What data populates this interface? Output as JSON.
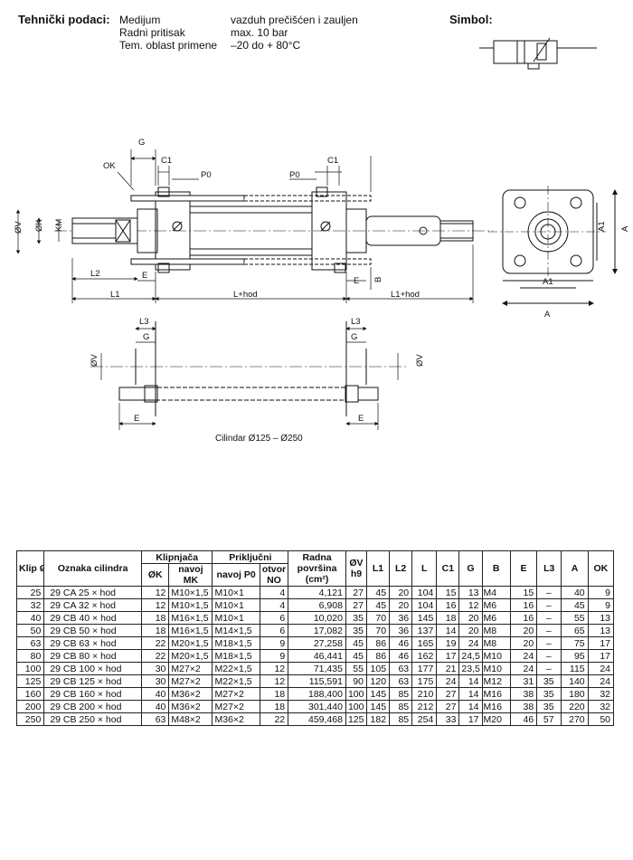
{
  "header": {
    "title": "Tehnički podaci:",
    "rows": [
      {
        "label": "Medijum",
        "value": "vazduh prečišćen i zauljen"
      },
      {
        "label": "Radni pritisak",
        "value": "max. 10 bar"
      },
      {
        "label": "Tem. oblast primene",
        "value": "–20 do + 80°C"
      }
    ],
    "symbol_label": "Simbol:"
  },
  "drawing": {
    "labels": {
      "G": "G",
      "C1": "C1",
      "P0": "P0",
      "OK": "OK",
      "V": "ØV",
      "K": "ØK",
      "KM": "KM",
      "L2": "L2",
      "E": "E",
      "B": "B",
      "L1": "L1",
      "Lhod": "L+hod",
      "L1hod": "L1+hod",
      "L3": "L3",
      "A": "A",
      "A1": "A1"
    },
    "caption": "Cilindar Ø125 – Ø250"
  },
  "table": {
    "headers": {
      "klip": "Klip Ø",
      "oznaka": "Oznaka cilindra",
      "klipnjaca": "Klipnjača",
      "k": "ØK",
      "navoj_mk": "navoj MK",
      "prikljucni": "Priključni",
      "navoj_p0": "navoj P0",
      "otvor": "otvor NO",
      "radna": "Radna površina (cm²)",
      "v": "ØV h9",
      "l1": "L1",
      "l2": "L2",
      "l": "L",
      "c1": "C1",
      "g": "G",
      "b": "B",
      "e": "E",
      "l3": "L3",
      "a": "A",
      "ok": "OK"
    },
    "rows": [
      [
        "25",
        "29 CA 25 × hod",
        "12",
        "M10×1,5",
        "M10×1",
        "4",
        "4,121",
        "27",
        "45",
        "20",
        "104",
        "15",
        "13",
        "M4",
        "15",
        "–",
        "40",
        "9"
      ],
      [
        "32",
        "29 CA 32 × hod",
        "12",
        "M10×1,5",
        "M10×1",
        "4",
        "6,908",
        "27",
        "45",
        "20",
        "104",
        "16",
        "12",
        "M6",
        "16",
        "–",
        "45",
        "9"
      ],
      [
        "40",
        "29 CB 40 × hod",
        "18",
        "M16×1,5",
        "M10×1",
        "6",
        "10,020",
        "35",
        "70",
        "36",
        "145",
        "18",
        "20",
        "M6",
        "16",
        "–",
        "55",
        "13"
      ],
      [
        "50",
        "29 CB 50 × hod",
        "18",
        "M16×1,5",
        "M14×1,5",
        "6",
        "17,082",
        "35",
        "70",
        "36",
        "137",
        "14",
        "20",
        "M8",
        "20",
        "–",
        "65",
        "13"
      ],
      [
        "63",
        "29 CB 63 × hod",
        "22",
        "M20×1,5",
        "M18×1,5",
        "9",
        "27,258",
        "45",
        "86",
        "46",
        "165",
        "19",
        "24",
        "M8",
        "20",
        "–",
        "75",
        "17"
      ],
      [
        "80",
        "29 CB 80 × hod",
        "22",
        "M20×1,5",
        "M18×1,5",
        "9",
        "46,441",
        "45",
        "86",
        "46",
        "162",
        "17",
        "24,5",
        "M10",
        "24",
        "–",
        "95",
        "17"
      ],
      [
        "100",
        "29 CB 100 × hod",
        "30",
        "M27×2",
        "M22×1,5",
        "12",
        "71,435",
        "55",
        "105",
        "63",
        "177",
        "21",
        "23,5",
        "M10",
        "24",
        "–",
        "115",
        "24"
      ],
      [
        "125",
        "29 CB 125 × hod",
        "30",
        "M27×2",
        "M22×1,5",
        "12",
        "115,591",
        "90",
        "120",
        "63",
        "175",
        "24",
        "14",
        "M12",
        "31",
        "35",
        "140",
        "24"
      ],
      [
        "160",
        "29 CB 160 × hod",
        "40",
        "M36×2",
        "M27×2",
        "18",
        "188,400",
        "100",
        "145",
        "85",
        "210",
        "27",
        "14",
        "M16",
        "38",
        "35",
        "180",
        "32"
      ],
      [
        "200",
        "29 CB 200 × hod",
        "40",
        "M36×2",
        "M27×2",
        "18",
        "301,440",
        "100",
        "145",
        "85",
        "212",
        "27",
        "14",
        "M16",
        "38",
        "35",
        "220",
        "32"
      ],
      [
        "250",
        "29 CB 250 × hod",
        "63",
        "M48×2",
        "M36×2",
        "22",
        "459,468",
        "125",
        "182",
        "85",
        "254",
        "33",
        "17",
        "M20",
        "46",
        "57",
        "270",
        "50"
      ]
    ]
  }
}
